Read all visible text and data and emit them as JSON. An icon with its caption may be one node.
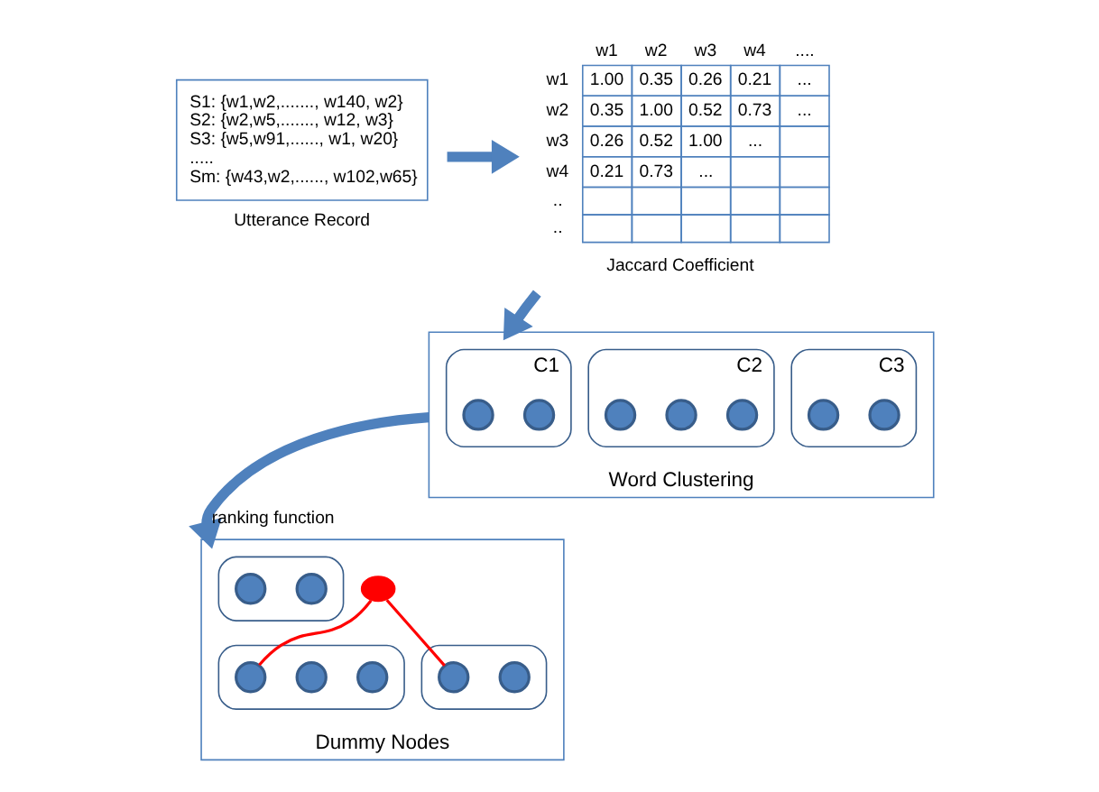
{
  "diagram": {
    "nodes": [
      {
        "text": [
          "S1: {w1,w2,......., w140, w2}",
          "S2: {w2,w5,......., w12, w3}",
          "S3: {w5,w91,......, w1, w20}",
          ".....",
          "Sm: {w43,w2,......, w102,w65}"
        ],
        "beside": [
          "Utterance Record"
        ]
      },
      {
        "text": [
          "w1",
          "w2",
          "w3",
          "w4",
          "....",
          "w1",
          "1.00",
          "0.35",
          "0.26",
          "0.21",
          "...",
          "w2",
          "0.35",
          "1.00",
          "0.52",
          "0.73",
          "...",
          "w3",
          "0.26",
          "0.52",
          "1.00",
          "...",
          "w4",
          "0.21",
          "0.73",
          "...",
          "..",
          ".."
        ],
        "beside": [
          "Jaccard Coefficient"
        ]
      },
      {
        "text": [],
        "shape": "box",
        "beside": [
          "Word Clustering"
        ]
      },
      {
        "text": [],
        "shape": "ellipse",
        "in": 2,
        "beside": [
          "C1"
        ]
      },
      {
        "text": [],
        "shape": "circle",
        "in": 3
      },
      {
        "text": [],
        "shape": "circle",
        "in": 3
      },
      {
        "text": [],
        "shape": "ellipse",
        "in": 2,
        "beside": [
          "C2"
        ]
      },
      {
        "text": [],
        "shape": "circle",
        "in": 6
      },
      {
        "text": [],
        "shape": "circle",
        "in": 6
      },
      {
        "text": [],
        "shape": "circle",
        "in": 6
      },
      {
        "text": [],
        "shape": "ellipse",
        "in": 2,
        "beside": [
          "C3"
        ]
      },
      {
        "text": [],
        "shape": "circle",
        "in": 10
      },
      {
        "text": [],
        "shape": "circle",
        "in": 10
      },
      {
        "text": [],
        "shape": "box",
        "beside": [
          "Dummy Nodes"
        ]
      },
      {
        "text": [],
        "shape": "ellipse",
        "in": 13
      },
      {
        "text": [],
        "shape": "circle",
        "in": 14
      },
      {
        "text": [],
        "shape": "circle",
        "in": 14
      },
      {
        "text": [],
        "shape": "dot",
        "in": 13
      },
      {
        "text": [],
        "shape": "ellipse",
        "in": 13
      },
      {
        "text": [],
        "shape": "circle",
        "in": 18
      },
      {
        "text": [],
        "shape": "circle",
        "in": 18
      },
      {
        "text": [],
        "shape": "circle",
        "in": 18
      },
      {
        "text": [],
        "shape": "ellipse",
        "in": 13
      },
      {
        "text": [],
        "shape": "circle",
        "in": 22
      },
      {
        "text": [],
        "shape": "circle",
        "in": 22
      }
    ],
    "edges": [
      {
        "from": 0,
        "to": 1,
        "arrow": "to"
      },
      {
        "from": 1,
        "to": 2,
        "arrow": "to"
      },
      {
        "from": 2,
        "to": 13,
        "arrow": "to",
        "label": "ranking function"
      },
      {
        "from": 17,
        "to": 19,
        "arrow": "none",
        "color": "#ff0000"
      },
      {
        "from": 17,
        "to": 23,
        "arrow": "none",
        "color": "#ff0000"
      }
    ]
  }
}
